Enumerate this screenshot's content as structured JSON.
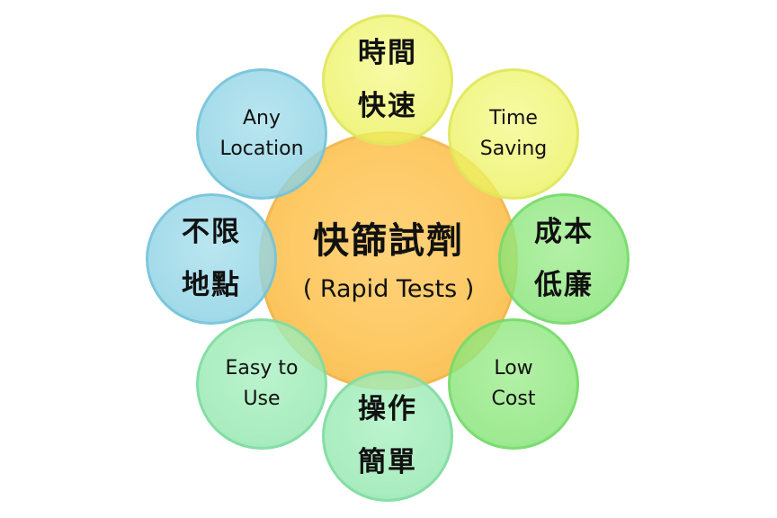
{
  "center": {
    "title": "快篩試劑",
    "subtitle": "( Rapid Tests )"
  },
  "petals": {
    "top": {
      "line1": "時間",
      "line2": "快速",
      "color": "#eef264"
    },
    "top_right": {
      "line1": "Time",
      "line2": "Saving",
      "color": "#eef264"
    },
    "right": {
      "line1": "成本",
      "line2": "低廉",
      "color": "#88e472"
    },
    "bottom_right": {
      "line1": "Low",
      "line2": "Cost",
      "color": "#88e472"
    },
    "bottom": {
      "line1": "操作",
      "line2": "簡單",
      "color": "#98e8b0"
    },
    "bottom_left": {
      "line1": "Easy to",
      "line2": "Use",
      "color": "#98e8b0"
    },
    "left": {
      "line1": "不限",
      "line2": "地點",
      "color": "#8cd2e4"
    },
    "top_left": {
      "line1": "Any",
      "line2": "Location",
      "color": "#8cd2e4"
    }
  }
}
